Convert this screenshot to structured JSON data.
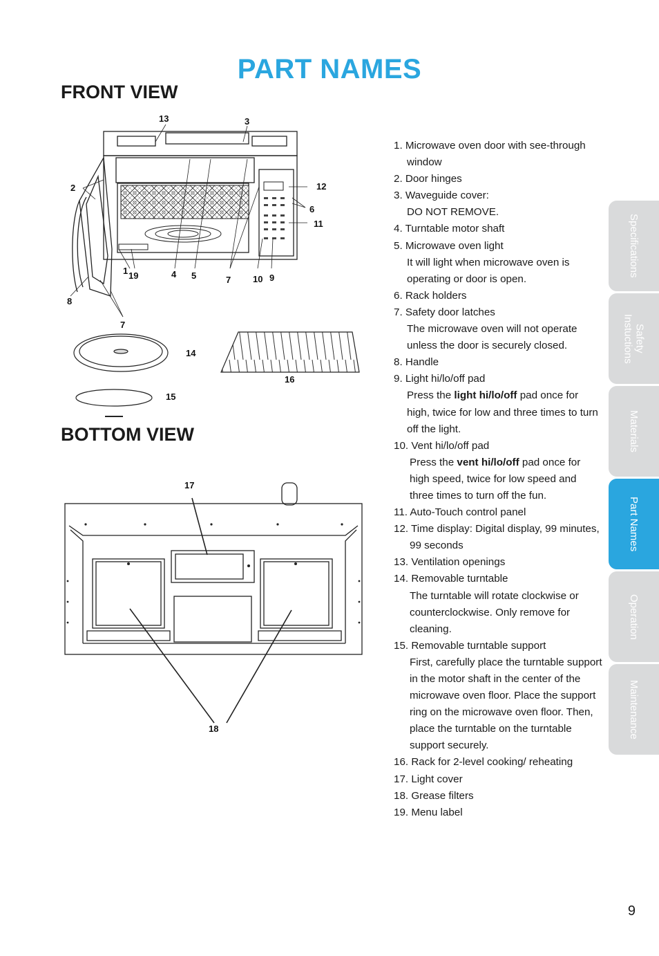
{
  "page_title": "PART NAMES",
  "front_view_title": "FRONT VIEW",
  "bottom_view_title": "BOTTOM VIEW",
  "front_callouts": {
    "c1": "1",
    "c2": "2",
    "c3": "3",
    "c4": "4",
    "c5": "5",
    "c6": "6",
    "c7a": "7",
    "c7b": "7",
    "c8": "8",
    "c9": "9",
    "c10": "10",
    "c11": "11",
    "c12": "12",
    "c13": "13",
    "c14": "14",
    "c15": "15",
    "c16": "16",
    "c19": "19"
  },
  "bottom_callouts": {
    "c17": "17",
    "c18": "18"
  },
  "parts": {
    "p1": "1.  Microwave oven door with see-through window",
    "p2": "2. Door hinges",
    "p3": "3. Waveguide cover:",
    "p3_desc": "DO NOT REMOVE.",
    "p4": "4. Turntable motor shaft",
    "p5": "5. Microwave oven light",
    "p5_desc": "It will light when microwave oven is operating or door is open.",
    "p6": "6. Rack holders",
    "p7": "7. Safety door latches",
    "p7_desc": "The microwave oven will not operate unless the door is securely closed.",
    "p8": "8. Handle",
    "p9": "9. Light hi/lo/off pad",
    "p9_desc_pre": "Press the ",
    "p9_desc_bold": "light hi/lo/off",
    "p9_desc_post": " pad once for high, twice for low and three times to turn off the light.",
    "p10": "10. Vent hi/lo/off pad",
    "p10_desc_pre": "Press the ",
    "p10_desc_bold": "vent hi/lo/off",
    "p10_desc_post": " pad once for high speed, twice for low speed and three times to turn off the fun.",
    "p11": "11.  Auto-Touch control panel",
    "p12": "12. Time display: Digital display, 99 minutes, 99 seconds",
    "p13": "13. Ventilation openings",
    "p14": "14. Removable turntable",
    "p14_desc": "The turntable will rotate clockwise or counterclockwise. Only remove for cleaning.",
    "p15": "15. Removable turntable support",
    "p15_desc": "First, carefully place the turntable support in the motor shaft in the center of the microwave oven floor. Place the support ring on the microwave oven floor. Then, place the turntable on the turntable support securely.",
    "p16": "16. Rack for 2-level cooking/ reheating",
    "p17": "17. Light cover",
    "p18": "18. Grease filters",
    "p19": "19. Menu label"
  },
  "side_tabs": [
    {
      "label": "Specifications",
      "active": false
    },
    {
      "label": "Safety\nInstuctions",
      "active": false
    },
    {
      "label": "Materials",
      "active": false
    },
    {
      "label": "Part Names",
      "active": true
    },
    {
      "label": "Operation",
      "active": false
    },
    {
      "label": "Maintenance",
      "active": false
    }
  ],
  "colors": {
    "accent": "#2aa6df",
    "tab_inactive": "#d9dadb",
    "text": "#1a1a1a"
  },
  "page_number": "9"
}
